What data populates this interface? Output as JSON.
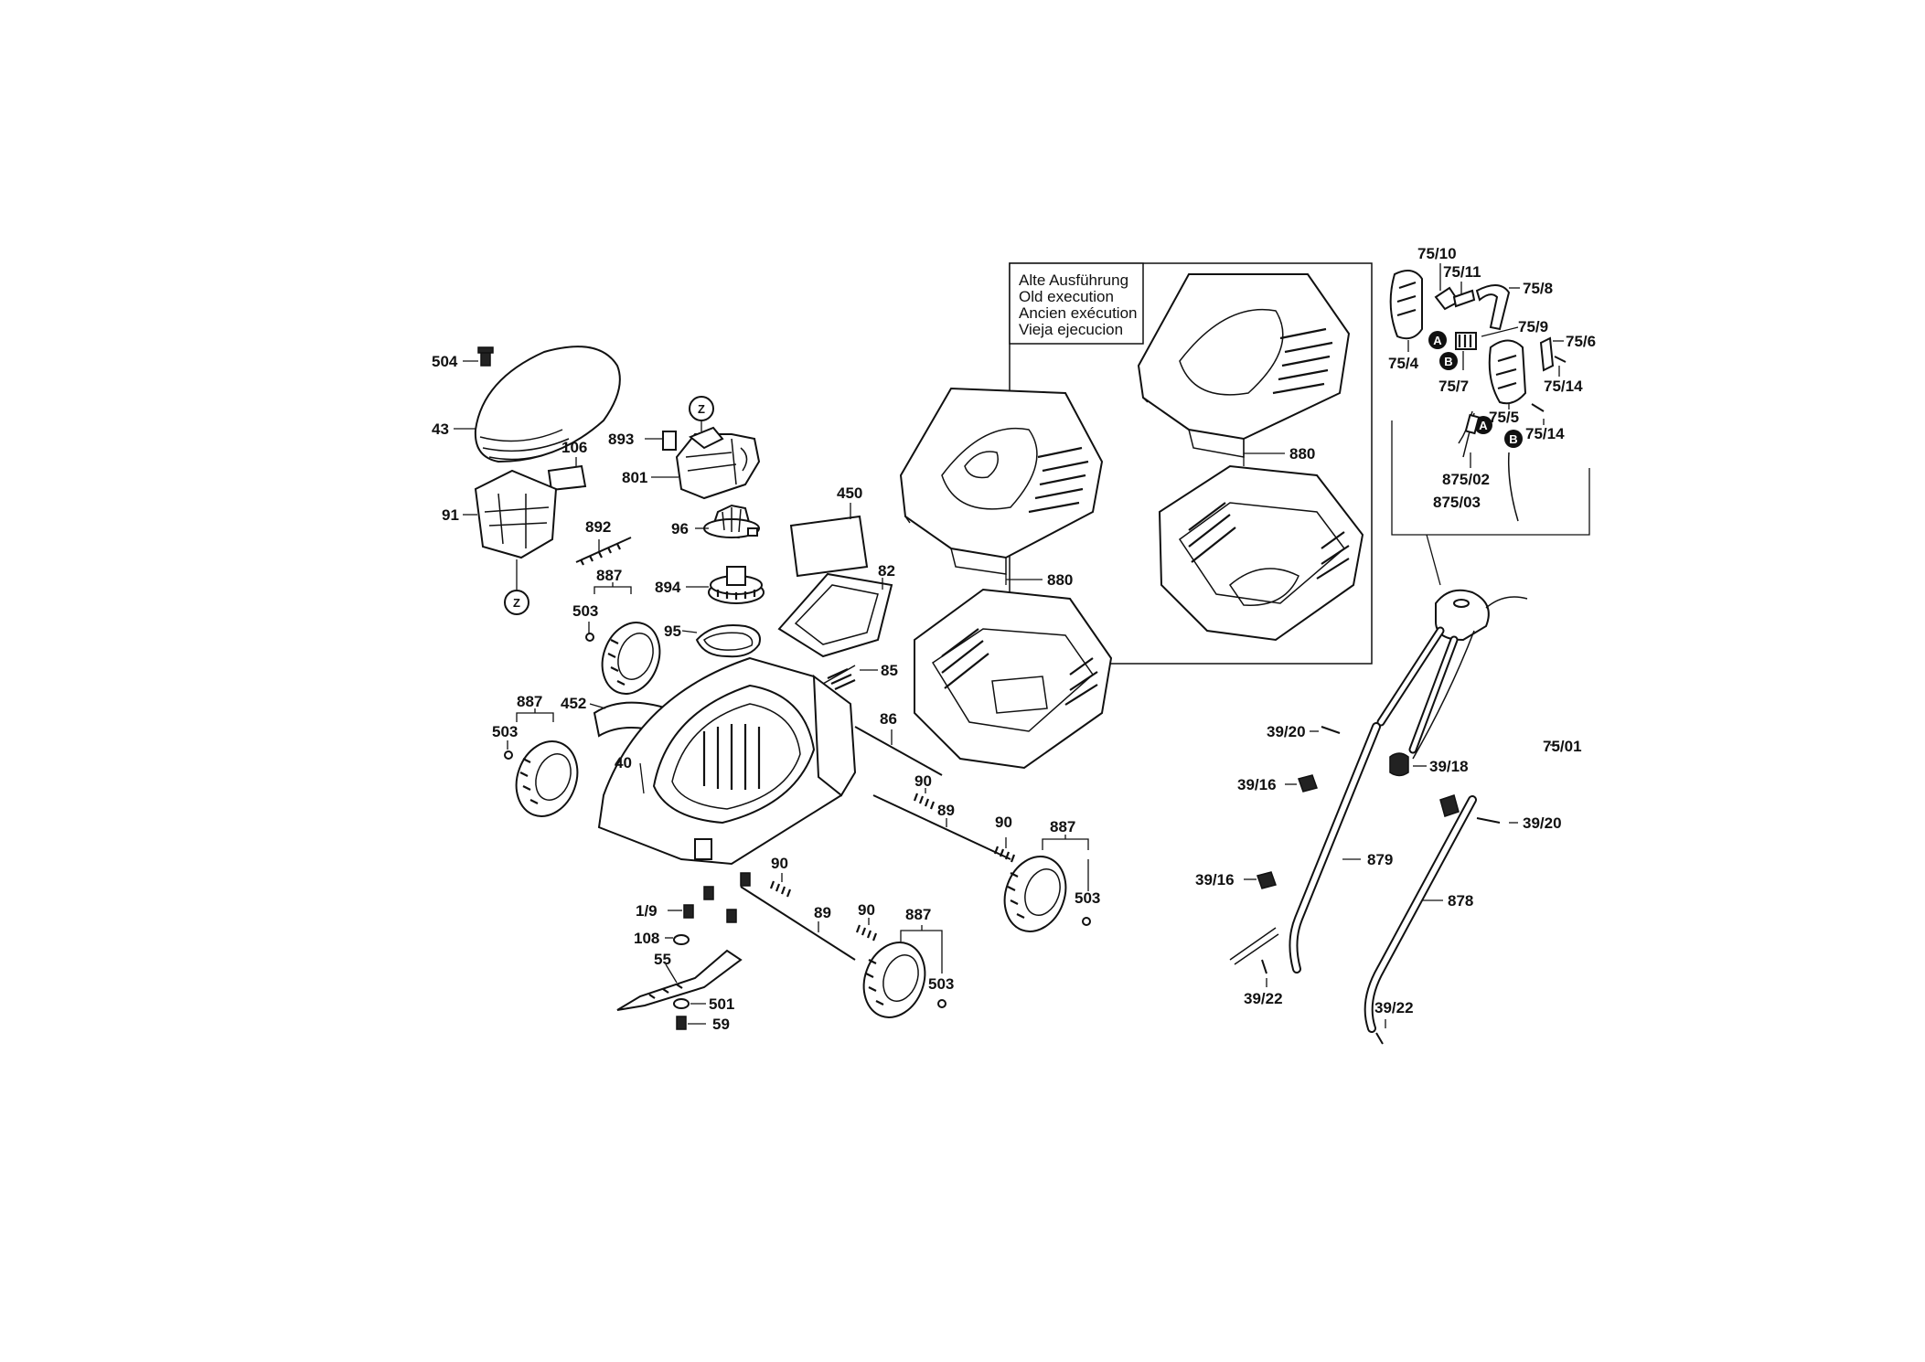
{
  "diagram": {
    "old_execution_notice": [
      "Alte Ausführung",
      "Old execution",
      "Ancien exécution",
      "Vieja ejecucion"
    ],
    "markers": {
      "z": "Z",
      "a": "A",
      "b": "B"
    },
    "labels": {
      "l504": "504",
      "l43": "43",
      "l106": "106",
      "l91": "91",
      "l893": "893",
      "l801": "801",
      "l96": "96",
      "l892": "892",
      "l894": "894",
      "l887_a": "887",
      "l503_a": "503",
      "l95": "95",
      "l450": "450",
      "l82": "82",
      "l85": "85",
      "l452": "452",
      "l887_b": "887",
      "l503_b": "503",
      "l86": "86",
      "l40": "40",
      "l90_a": "90",
      "l89_a": "89",
      "l90_b": "90",
      "l887_c": "887",
      "l503_c": "503",
      "l90_c": "90",
      "l19": "1/9",
      "l89_b": "89",
      "l90_d": "90",
      "l887_d": "887",
      "l108": "108",
      "l55": "55",
      "l503_d": "503",
      "l501": "501",
      "l59": "59",
      "l880_a": "880",
      "l880_b": "880",
      "l75_10": "75/10",
      "l75_11": "75/11",
      "l75_8": "75/8",
      "l75_9": "75/9",
      "l75_6": "75/6",
      "l75_4": "75/4",
      "l75_7": "75/7",
      "l75_14_a": "75/14",
      "l75_5": "75/5",
      "l75_14_b": "75/14",
      "l875_02": "875/02",
      "l875_03": "875/03",
      "l39_20_a": "39/20",
      "l39_18": "39/18",
      "l75_01": "75/01",
      "l39_16_a": "39/16",
      "l39_20_b": "39/20",
      "l39_16_b": "39/16",
      "l879": "879",
      "l878": "878",
      "l39_22_a": "39/22",
      "l39_22_b": "39/22"
    }
  }
}
